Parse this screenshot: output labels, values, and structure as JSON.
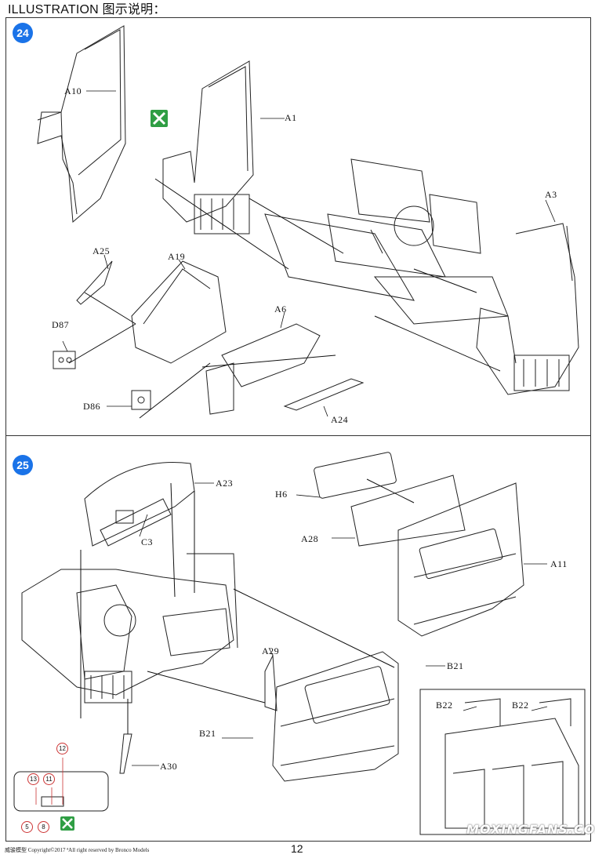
{
  "header": {
    "title": "ILLUSTRATION 图示说明："
  },
  "step24": {
    "number": "24",
    "labels": {
      "A10": "A10",
      "A1": "A1",
      "A3": "A3",
      "A25": "A25",
      "A19": "A19",
      "A6": "A6",
      "D87": "D87",
      "D86": "D86",
      "A24": "A24"
    }
  },
  "step25": {
    "number": "25",
    "labels": {
      "A23": "A23",
      "H6": "H6",
      "C3": "C3",
      "A28": "A28",
      "A11": "A11",
      "A29": "A29",
      "B21a": "B21",
      "B21b": "B21",
      "B22a": "B22",
      "B22b": "B22",
      "A30": "A30"
    },
    "callouts": {
      "c12": "12",
      "c13": "13",
      "c11": "11",
      "c5": "5",
      "c8": "8"
    }
  },
  "footer": {
    "copyright": "威骏模型  Copyright©2017  ªAll right reserved by Bronco Models",
    "page": "12"
  },
  "watermark": "MOXINGFANS.COM",
  "colors": {
    "step_badge": "#1a73e8",
    "glue_icon": "#2f9e44",
    "callout_ring": "#cc3333"
  }
}
